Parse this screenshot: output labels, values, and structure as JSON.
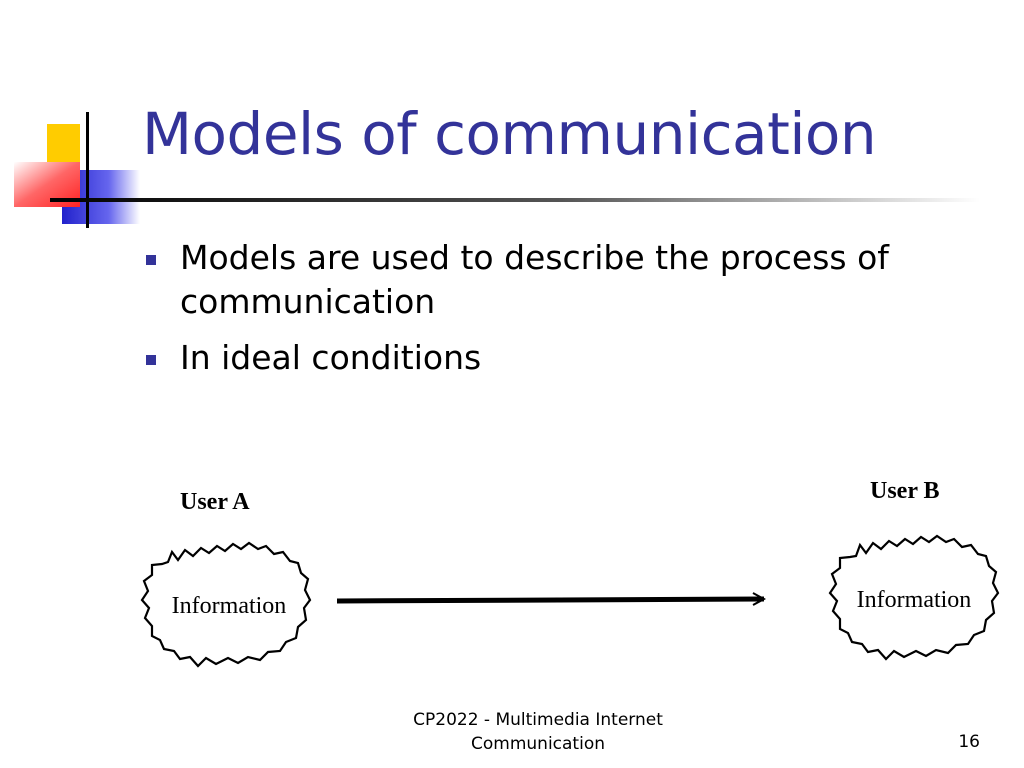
{
  "slide": {
    "title": "Models of communication",
    "bullets": [
      "Models are used to describe the process of communication",
      "In ideal conditions"
    ]
  },
  "diagram": {
    "user_a_label": "User A",
    "user_b_label": "User B",
    "node_a_text": "Information",
    "node_b_text": "Information"
  },
  "footer": {
    "course_line1": "CP2022 - Multimedia Internet",
    "course_line2": "Communication",
    "page_number": "16"
  },
  "colors": {
    "title": "#333399",
    "accent_yellow": "#ffcc00",
    "accent_red": "#ff3333",
    "accent_blue": "#3333cc"
  }
}
